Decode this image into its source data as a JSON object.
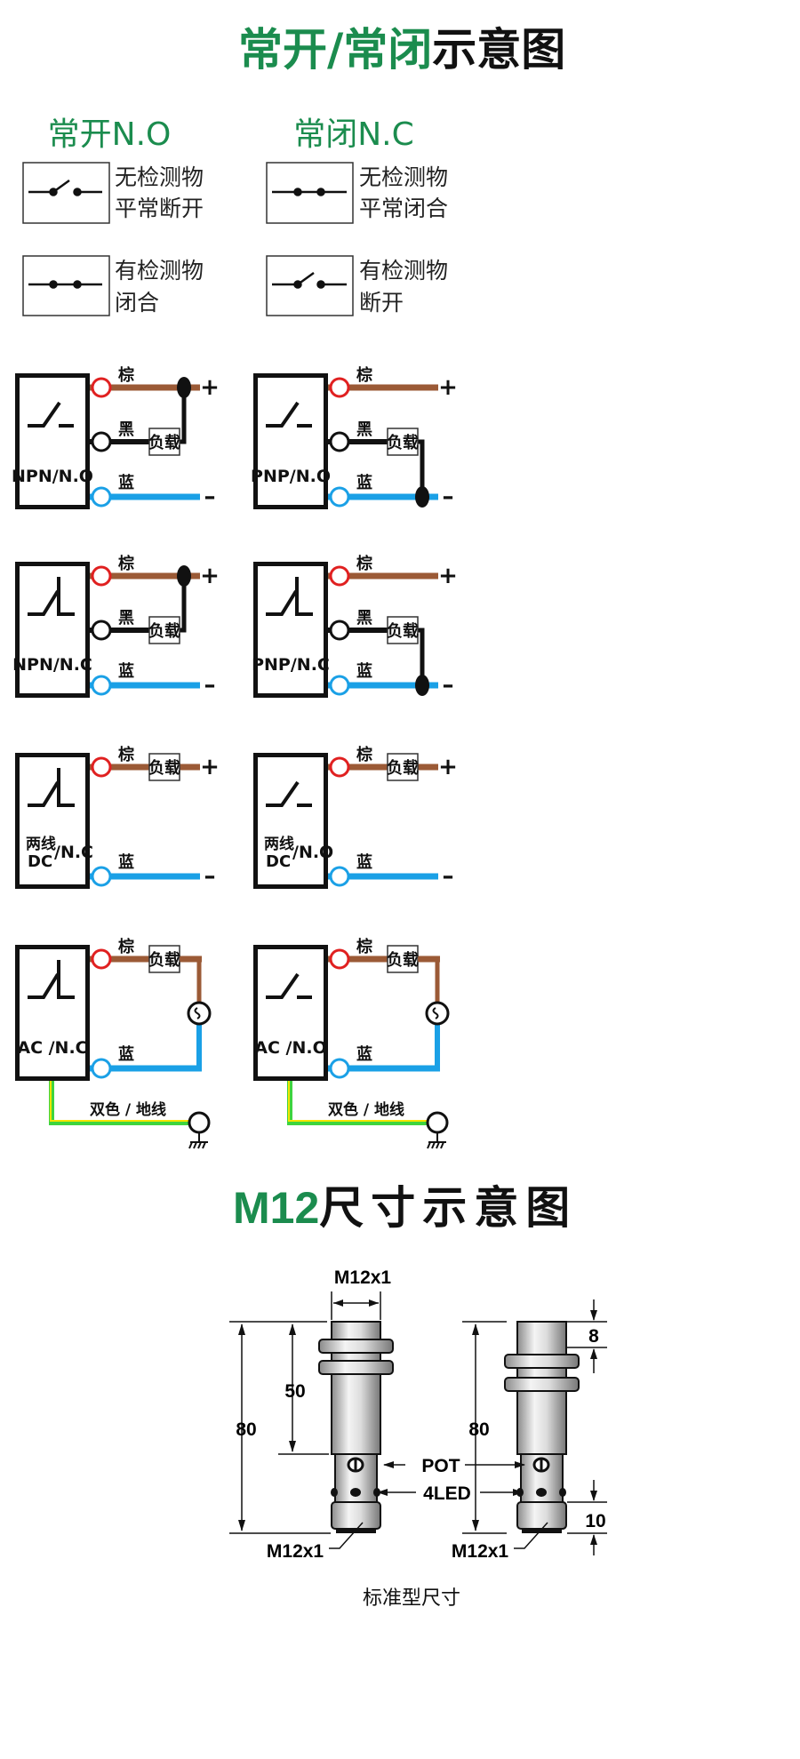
{
  "colors": {
    "green": "#1b8c4e",
    "brown": "#9b5a36",
    "blue": "#1aa0e6",
    "red": "#e02020",
    "yellow": "#f4e400",
    "lime": "#3ed43e"
  },
  "header": {
    "title_green": "常开/常闭",
    "title_black": "示意图"
  },
  "legend": {
    "no": {
      "title": "常开N.O",
      "off_line1": "无检测物",
      "off_line2": "平常断开",
      "on_line1": "有检测物",
      "on_line2": "闭合"
    },
    "nc": {
      "title": "常闭N.C",
      "off_line1": "无检测物",
      "off_line2": "平常闭合",
      "on_line1": "有检测物",
      "on_line2": "断开"
    }
  },
  "wires": {
    "brown": "棕",
    "black": "黑",
    "blue": "蓝",
    "load": "负载",
    "plus": "+",
    "minus": "–",
    "ground": "双色 / 地线"
  },
  "panels": [
    {
      "kind": "npn",
      "sw": "no",
      "label": "NPN/N.O"
    },
    {
      "kind": "pnp",
      "sw": "no",
      "label": "PNP/N.O"
    },
    {
      "kind": "npn",
      "sw": "nc",
      "label": "NPN/N.C"
    },
    {
      "kind": "pnp",
      "sw": "nc",
      "label": "PNP/N.C"
    },
    {
      "kind": "dc2",
      "sw": "nc",
      "label_top": "两线",
      "label_bottom": "DC",
      "label": "/N.C"
    },
    {
      "kind": "dc2",
      "sw": "no",
      "label_top": "两线",
      "label_bottom": "DC",
      "label": "/N.O"
    },
    {
      "kind": "ac",
      "sw": "nc",
      "label": "AC /N.C"
    },
    {
      "kind": "ac",
      "sw": "no",
      "label": "AC /N.O"
    }
  ],
  "dimensions": {
    "title_green": "M12",
    "title_black": "尺寸示意图",
    "thread_top": "M12x1",
    "thread_bottom_left": "M12x1",
    "thread_bottom_right": "M12x1",
    "length_left": "80",
    "length_right": "80",
    "thread_length": "50",
    "head_length": "8",
    "cap_length": "10",
    "pot": "POT",
    "led": "4LED",
    "caption": "标准型尺寸"
  }
}
